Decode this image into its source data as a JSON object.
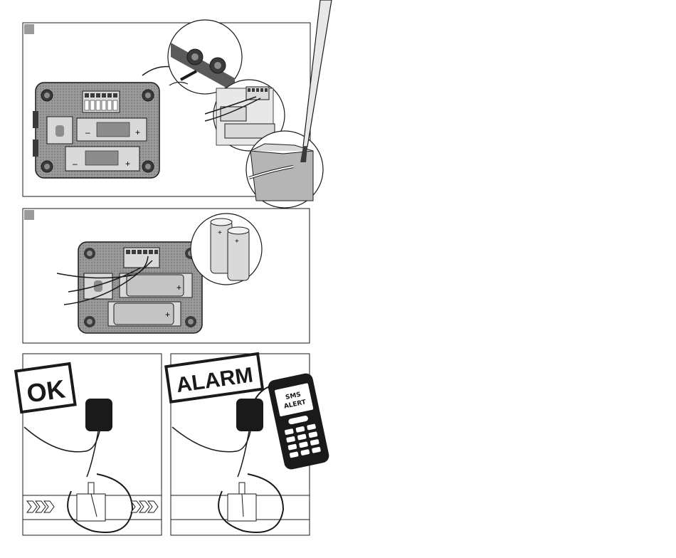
{
  "panels": {
    "panel1": {
      "name": "installation-step-open-and-wire"
    },
    "panel2": {
      "name": "installation-step-batteries"
    },
    "panel3": {
      "stamp_label": "OK"
    },
    "panel4": {
      "stamp_label": "ALARM",
      "sms_line1": "SMS",
      "sms_line2": "ALERT"
    }
  },
  "symbols": {
    "plus": "+",
    "minus": "–"
  },
  "colors": {
    "line": "#1a1a1a",
    "fill_dark": "#3a3a3a",
    "fill_mid": "#8c8c8c",
    "fill_light": "#d9d9d9",
    "stamp": "#1a1a1a"
  }
}
